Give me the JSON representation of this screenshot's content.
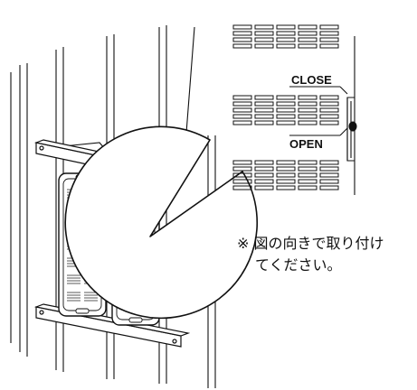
{
  "labels": {
    "close": "CLOSE",
    "open": "OPEN"
  },
  "note": {
    "line1": "※ 図の向きで取り付け",
    "line2": "てください。"
  },
  "colors": {
    "stroke": "#111111",
    "background": "#ffffff",
    "fill": "#ffffff"
  }
}
